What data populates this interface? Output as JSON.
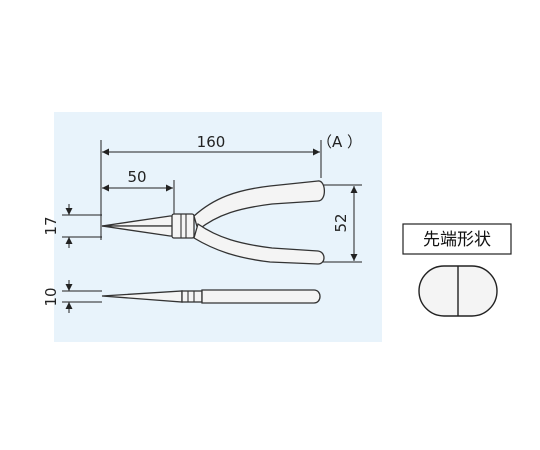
{
  "dimensions": {
    "overall_length": "160",
    "nose_length": "50",
    "jaw_width": "17",
    "handle_span": "52",
    "thickness": "10",
    "handle_marker": "（A ）"
  },
  "tip_shape": {
    "label": "先端形状"
  },
  "colors": {
    "panel_background": "#e8f3fb",
    "outline": "#333333"
  }
}
